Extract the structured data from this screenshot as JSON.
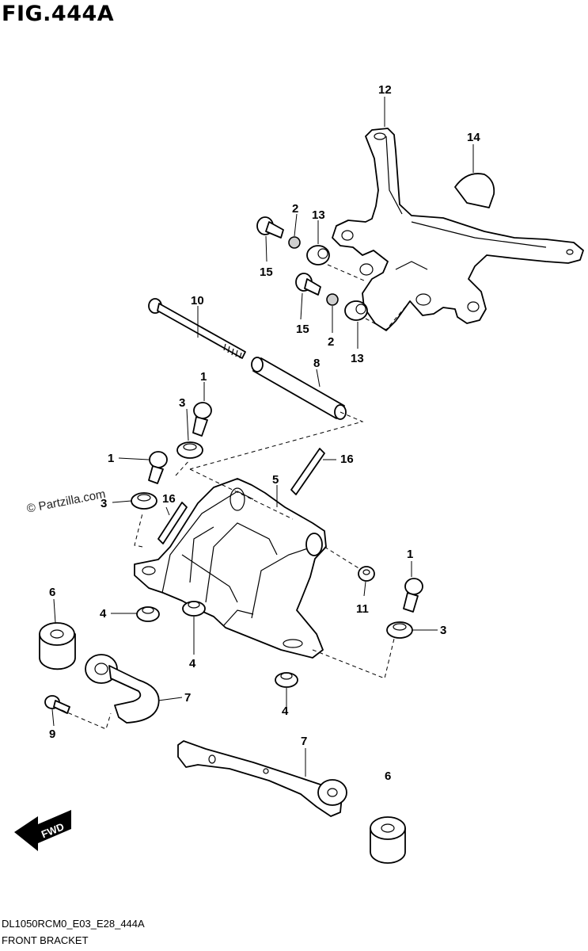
{
  "figure": {
    "title": "FIG.444A"
  },
  "footer": {
    "code": "DL1050RCM0_E03_E28_444A",
    "caption": "FRONT BRACKET"
  },
  "watermark": "© Partzilla.com",
  "fwd_badge": "FWD",
  "callouts": [
    "12",
    "14",
    "2",
    "13",
    "15",
    "15",
    "2",
    "13",
    "10",
    "8",
    "1",
    "3",
    "1",
    "16",
    "3",
    "16",
    "5",
    "6",
    "1",
    "4",
    "11",
    "4",
    "3",
    "7",
    "9",
    "4",
    "7",
    "6"
  ]
}
